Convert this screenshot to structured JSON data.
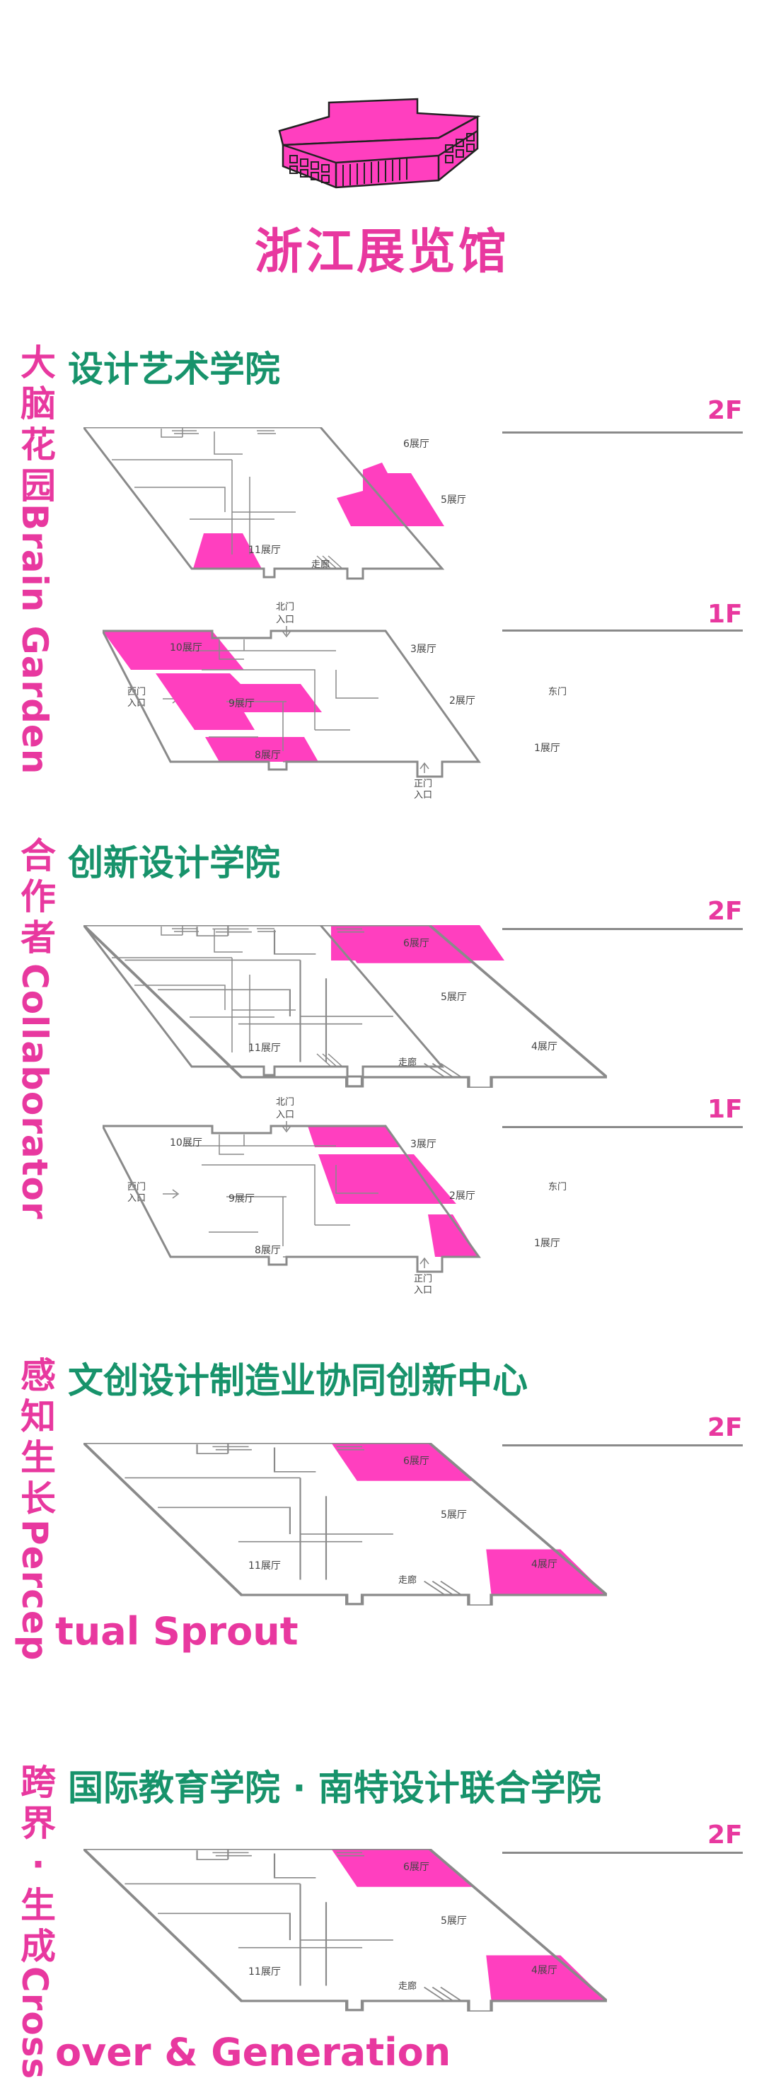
{
  "title": "浙江展览馆",
  "colors": {
    "highlight": "#ff3fbf",
    "brand": "#e8389f",
    "school": "#17936b",
    "outline": "#8a8a8a"
  },
  "plan_labels": {
    "hall_1": "1展厅",
    "hall_2": "2展厅",
    "hall_3": "3展厅",
    "hall_4": "4展厅",
    "hall_5": "5展厅",
    "hall_6": "6展厅",
    "hall_8": "8展厅",
    "hall_9": "9展厅",
    "hall_10": "10展厅",
    "hall_11": "11展厅",
    "corridor": "走廊",
    "north_gate": "北门",
    "west_gate": "西门",
    "main_gate": "正门",
    "east_gate": "东门",
    "entrance": "入口"
  },
  "sections": [
    {
      "cn_title": [
        "大",
        "脑",
        "花",
        "园"
      ],
      "en_title": "Brain Garden",
      "school": "设计艺术学院",
      "floors": [
        {
          "label": "2F",
          "highlight": [
            "hall_5",
            "hall_11"
          ]
        },
        {
          "label": "1F",
          "highlight": [
            "hall_10",
            "hall_9",
            "hall_8"
          ]
        }
      ]
    },
    {
      "cn_title": [
        "合",
        "作",
        "者"
      ],
      "en_title": "Collaborator",
      "school": "创新设计学院",
      "floors": [
        {
          "label": "2F",
          "highlight": [
            "hall_6"
          ]
        },
        {
          "label": "1F",
          "highlight": [
            "hall_3",
            "hall_2",
            "hall_1"
          ]
        }
      ]
    },
    {
      "cn_title": [
        "感",
        "知",
        "生",
        "长"
      ],
      "en_title": "Percep",
      "en_tail": "tual Sprout",
      "school": "文创设计制造业协同创新中心",
      "floors": [
        {
          "label": "2F",
          "highlight": [
            "hall_6",
            "hall_4"
          ]
        }
      ]
    },
    {
      "cn_title": [
        "跨",
        "界",
        "·",
        "生",
        "成"
      ],
      "en_title": "Cross",
      "en_tail": "over & Generation",
      "school": "国际教育学院 · 南特设计联合学院",
      "floors": [
        {
          "label": "2F",
          "highlight": [
            "hall_6",
            "hall_4"
          ]
        }
      ]
    }
  ]
}
